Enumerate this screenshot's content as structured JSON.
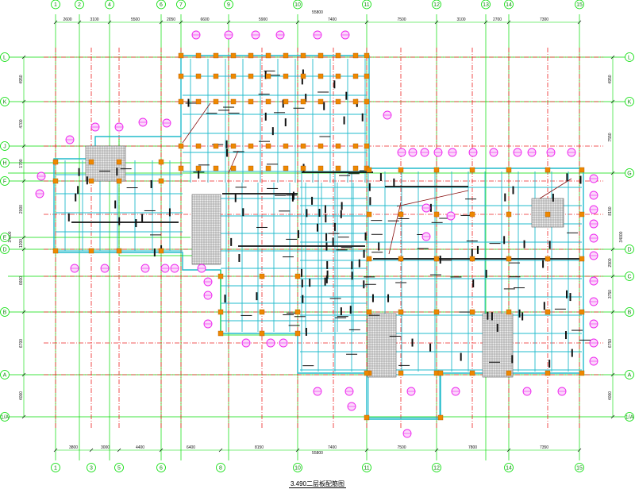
{
  "drawing_title": "3.490二层板配筋图",
  "colors": {
    "background": "#ffffff",
    "axis_green": "#00dd00",
    "grid_red": "#ee2222",
    "wall_cyan": "#22bbcc",
    "rebar_black": "#111111",
    "tag_magenta": "#ee22ee",
    "column_orange": "#ee8800",
    "hatch_gray": "#555555"
  },
  "axis_labels": {
    "top": [
      "1",
      "2",
      "4",
      "6",
      "7",
      "9",
      "10",
      "11",
      "12",
      "13",
      "14",
      "15"
    ],
    "bottom": [
      "1",
      "3",
      "5",
      "6",
      "8",
      "10",
      "11",
      "12",
      "14",
      "15"
    ],
    "left": [
      "L",
      "K",
      "J",
      "H",
      "F",
      "E",
      "D",
      "B",
      "A",
      "1/A"
    ],
    "right": [
      "L",
      "K",
      "G",
      "D",
      "C",
      "B",
      "A",
      "1/A"
    ]
  },
  "dimensions": {
    "top_total": "55800",
    "top_segments": [
      "2600",
      "3100",
      "5500",
      "2050",
      "6600",
      "5900",
      "7400",
      "7500",
      "3100",
      "2700",
      "7300"
    ],
    "bottom_total": "55800",
    "bottom_segments": [
      "3800",
      "3000",
      "4400",
      "6400",
      "8150",
      "7400",
      "7500",
      "7800",
      "7350"
    ],
    "left_total": "34000",
    "left_segments": [
      "4950",
      "4700",
      "1700",
      "2000",
      "1200",
      "6600",
      "6700",
      "4000"
    ],
    "right_total": "34000",
    "right_segments": [
      "4950",
      "7550",
      "8150",
      "2900",
      "3750",
      "6750",
      "4000"
    ]
  }
}
